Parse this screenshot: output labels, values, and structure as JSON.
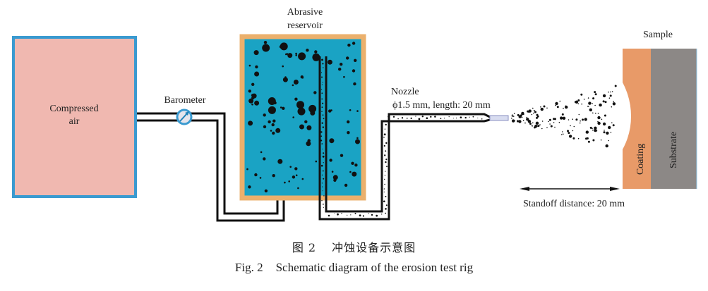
{
  "figure": {
    "labels": {
      "compressed_air_line1": "Compressed",
      "compressed_air_line2": "air",
      "barometer": "Barometer",
      "reservoir_line1": "Abrasive",
      "reservoir_line2": "reservoir",
      "nozzle": "Nozzle",
      "nozzle_spec": "ϕ1.5 mm, length: 20 mm",
      "sample": "Sample",
      "coating": "Coating",
      "substrate": "Substrate",
      "standoff": "Standoff distance: 20 mm"
    },
    "caption_zh": {
      "number": "图 2",
      "title": "冲蚀设备示意图"
    },
    "caption_en": {
      "number": "Fig. 2",
      "title": "Schematic diagram of the erosion test rig"
    }
  },
  "colors": {
    "tank_fill": "#f0b8b0",
    "tank_border": "#3a9ad0",
    "reservoir_border": "#ebb06c",
    "reservoir_fill": "#1aa3c4",
    "coating": "#e89a68",
    "substrate": "#8c8886",
    "pipe": "#111111",
    "barometer_ring": "#3a9ad0",
    "barometer_face": "#e4e4ec"
  }
}
